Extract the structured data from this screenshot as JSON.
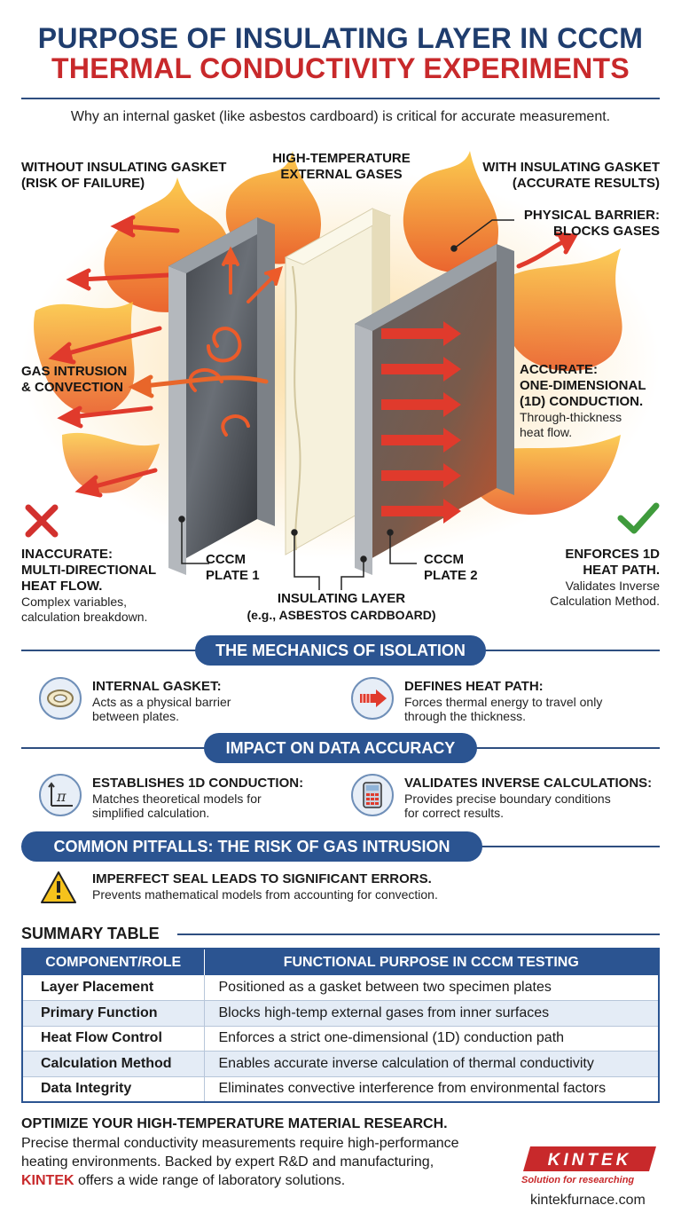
{
  "header": {
    "title_line1": "PURPOSE OF INSULATING LAYER IN CCCM",
    "title_line2": "THERMAL CONDUCTIVITY EXPERIMENTS",
    "subtitle": "Why an internal gasket (like asbestos cardboard) is critical for accurate measurement."
  },
  "diagram": {
    "left_heading": [
      "WITHOUT INSULATING GASKET",
      "(RISK OF FAILURE)"
    ],
    "center_heading": [
      "HIGH-TEMPERATURE",
      "EXTERNAL GASES"
    ],
    "right_heading": [
      "WITH INSULATING GASKET",
      "(ACCURATE RESULTS)"
    ],
    "barrier": [
      "PHYSICAL BARRIER:",
      "BLOCKS GASES"
    ],
    "gas_intrusion": [
      "GAS INTRUSION",
      "& CONVECTION"
    ],
    "accurate_title": [
      "ACCURATE:",
      "ONE-DIMENSIONAL",
      "(1D) CONDUCTION."
    ],
    "accurate_text": [
      "Through-thickness",
      "heat flow."
    ],
    "inaccurate_title": [
      "INACCURATE:",
      "MULTI-DIRECTIONAL",
      "HEAT FLOW."
    ],
    "inaccurate_text": [
      "Complex variables,",
      "calculation breakdown."
    ],
    "plate1": [
      "CCCM",
      "PLATE 1"
    ],
    "plate2": [
      "CCCM",
      "PLATE 2"
    ],
    "layer_label": [
      "INSULATING LAYER",
      "(e.g., ASBESTOS CARDBOARD)"
    ],
    "enforces_title": [
      "ENFORCES 1D",
      "HEAT PATH."
    ],
    "enforces_text": [
      "Validates Inverse",
      "Calculation Method."
    ],
    "colors": {
      "flame": "#f07a1e",
      "flame_core": "#fbc43a",
      "arrow_red": "#e03a2c",
      "gasket": "#f6f1dc",
      "plate": "#4a4f55",
      "cross": "#d2312e",
      "check": "#3f9b3c"
    }
  },
  "mechanics": {
    "heading": "THE MECHANICS OF ISOLATION",
    "items": [
      {
        "icon": "gasket-ring-icon",
        "title": "INTERNAL GASKET:",
        "text": [
          "Acts as a physical barrier",
          "between plates."
        ]
      },
      {
        "icon": "heat-path-arrow-icon",
        "title": "DEFINES HEAT PATH:",
        "text": [
          "Forces thermal energy to travel only",
          "through the thickness."
        ]
      }
    ]
  },
  "impact": {
    "heading": "IMPACT ON DATA ACCURACY",
    "items": [
      {
        "icon": "pi-graph-icon",
        "title": "ESTABLISHES 1D CONDUCTION:",
        "text": [
          "Matches theoretical models for",
          "simplified calculation."
        ]
      },
      {
        "icon": "calculator-icon",
        "title": "VALIDATES INVERSE CALCULATIONS:",
        "text": [
          "Provides precise boundary conditions",
          "for correct results."
        ]
      }
    ]
  },
  "pitfalls": {
    "heading": "COMMON PITFALLS: THE RISK OF GAS INTRUSION",
    "title": "IMPERFECT SEAL LEADS TO SIGNIFICANT ERRORS.",
    "text": "Prevents mathematical models from accounting for convection."
  },
  "summary": {
    "heading": "SUMMARY TABLE",
    "columns": [
      "COMPONENT/ROLE",
      "FUNCTIONAL PURPOSE IN CCCM TESTING"
    ],
    "rows": [
      [
        "Layer Placement",
        "Positioned as a gasket between two specimen plates"
      ],
      [
        "Primary Function",
        "Blocks high-temp external gases from inner surfaces"
      ],
      [
        "Heat Flow Control",
        "Enforces a strict one-dimensional (1D) conduction path"
      ],
      [
        "Calculation Method",
        "Enables accurate inverse calculation of thermal conductivity"
      ],
      [
        "Data Integrity",
        "Eliminates convective interference from environmental factors"
      ]
    ]
  },
  "footer": {
    "title": "OPTIMIZE YOUR HIGH-TEMPERATURE MATERIAL RESEARCH.",
    "text_before": "Precise thermal conductivity measurements require high-performance heating environments. Backed by expert R&D and manufacturing, ",
    "brand": "KINTEK",
    "text_after": " offers a wide range of laboratory solutions.",
    "logo_text": "KINTEK",
    "tagline": "Solution for researching",
    "website": "kintekfurnace.com"
  }
}
